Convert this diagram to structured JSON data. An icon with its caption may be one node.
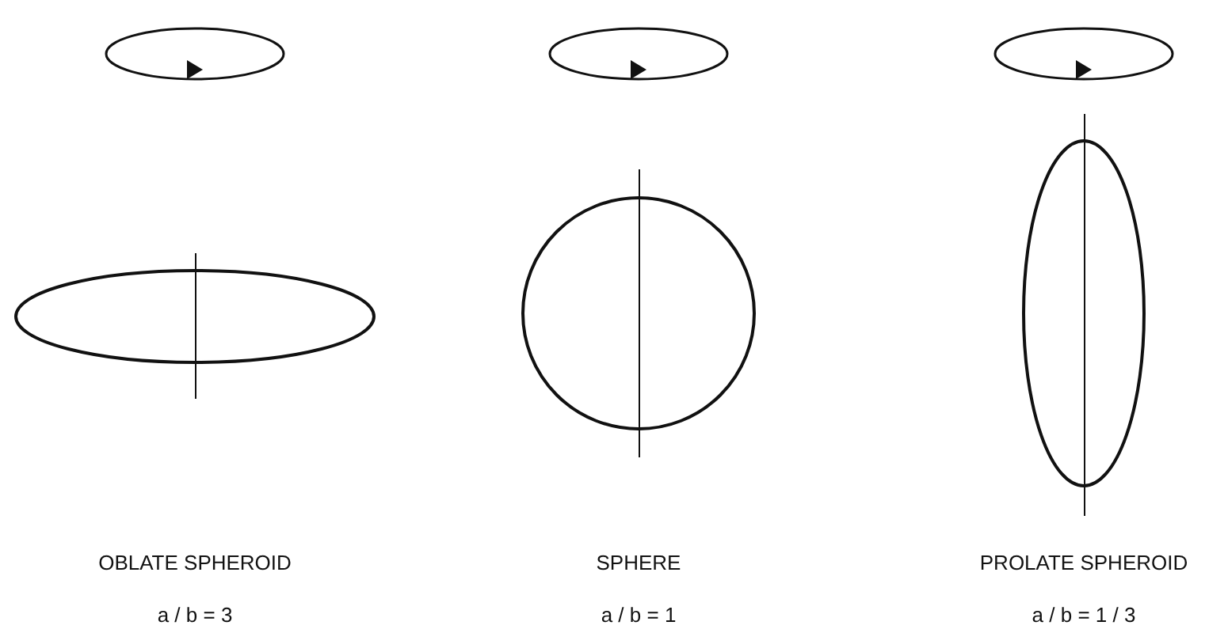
{
  "diagram": {
    "nodes": [
      {
        "text": [],
        "shape": "ellipse",
        "beside": [
          "OBLATE SPHEROID",
          "a / b = 3"
        ]
      },
      {
        "text": [],
        "shape": "circle",
        "beside": [
          "SPHERE",
          "a / b = 1"
        ]
      },
      {
        "text": [],
        "shape": "ellipse",
        "beside": [
          "PROLATE SPHEROID",
          "a / b = 1 / 3"
        ]
      }
    ]
  }
}
